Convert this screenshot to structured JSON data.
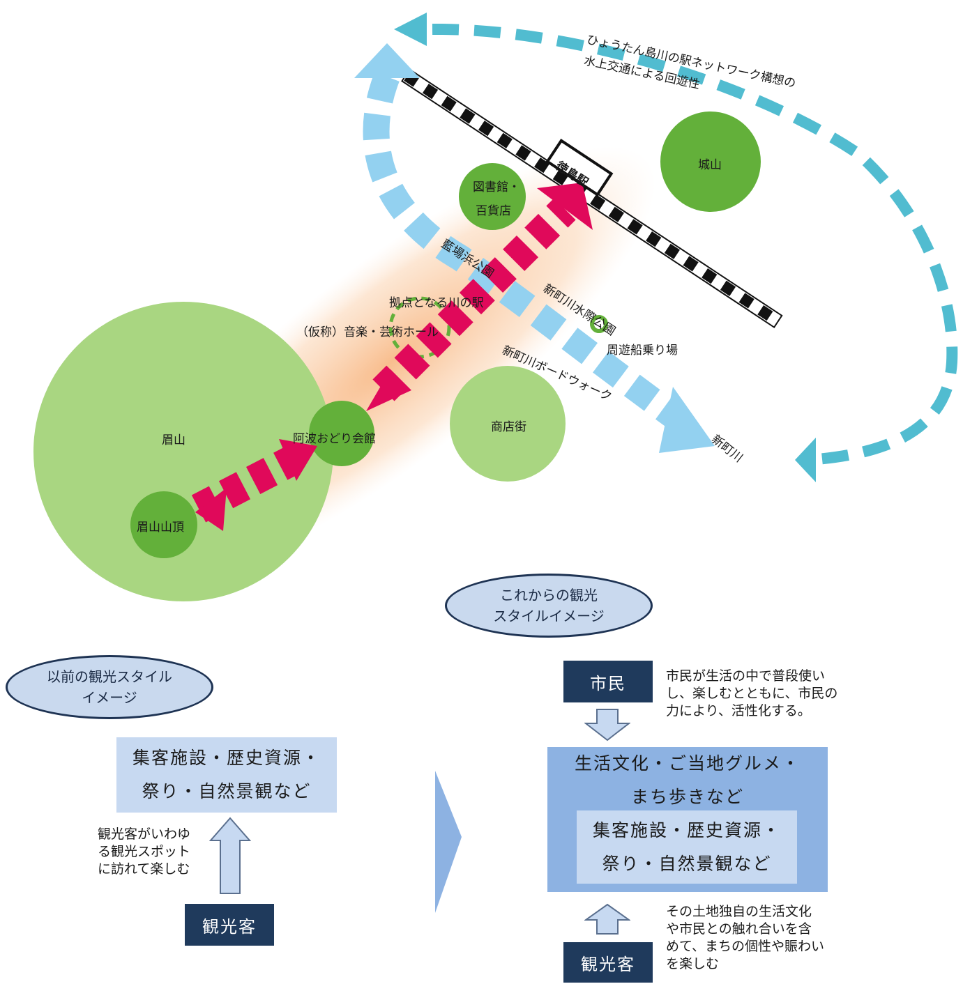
{
  "map": {
    "route_caption_line1": "ひょうたん島川の駅ネットワーク構想の",
    "route_caption_line2": "水上交通による回遊性",
    "station": "徳島駅",
    "shiroyama": "城山",
    "library_line1": "図書館・",
    "library_line2": "百貨店",
    "aibahama": "藍場浜公園",
    "suisai": "新町川水際公園",
    "kawanoeki": "拠点となる川の駅",
    "hall": "（仮称）音楽・芸術ホール",
    "pier": "周遊船乗り場",
    "boardwalk": "新町川ボードウォーク",
    "bizan": "眉山",
    "awaodori": "阿波おどり会館",
    "shotengai": "商店街",
    "summit": "眉山山頂",
    "shinmachi": "新町川"
  },
  "colors": {
    "light_green": "#a9d681",
    "dark_green": "#63b03a",
    "red_arrow": "#e0095a",
    "light_blue": "#93d1f0",
    "teal": "#51bcd0",
    "navy": "#1f3a5c"
  },
  "future": {
    "ellipse_line1": "これからの観光",
    "ellipse_line2": "スタイルイメージ",
    "citizen": "市民",
    "citizen_note": [
      "市民が生活の中で普段使い",
      "し、楽しむとともに、市民の",
      "力により、活性化する。"
    ],
    "outer_line1": "生活文化・ご当地グルメ・",
    "outer_line2": "まち歩きなど",
    "inner_line1": "集客施設・歴史資源・",
    "inner_line2": "祭り・自然景観など",
    "tourist": "観光客",
    "tourist_note": [
      "その土地独自の生活文化",
      "や市民との触れ合いを含",
      "めて、まちの個性や賑わい",
      "を楽しむ"
    ]
  },
  "past": {
    "ellipse_line1": "以前の観光スタイル",
    "ellipse_line2": "イメージ",
    "box_line1": "集客施設・歴史資源・",
    "box_line2": "祭り・自然景観など",
    "tourist_note": [
      "観光客がいわゆ",
      "る観光スポット",
      "に訪れて楽しむ"
    ],
    "tourist": "観光客"
  }
}
